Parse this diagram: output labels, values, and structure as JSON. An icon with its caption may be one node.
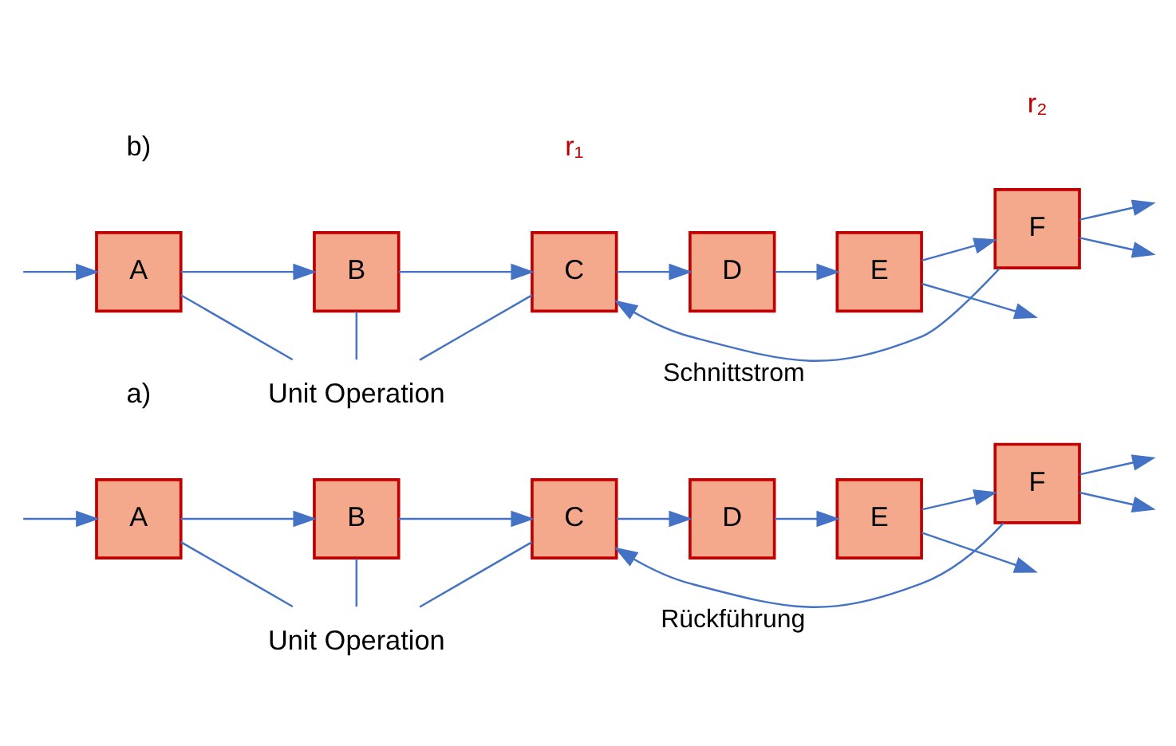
{
  "diagram": {
    "nodes": [
      {
        "text": [
          "A"
        ]
      },
      {
        "text": [
          "B"
        ]
      },
      {
        "text": [
          "C"
        ]
      },
      {
        "text": [
          "D"
        ]
      },
      {
        "text": [
          "E"
        ]
      },
      {
        "text": [
          "F"
        ]
      },
      {
        "text": [
          "Unit Operation"
        ]
      },
      {
        "text": [
          "A"
        ]
      },
      {
        "text": [
          "B"
        ]
      },
      {
        "text": [
          "C"
        ]
      },
      {
        "text": [
          "D"
        ]
      },
      {
        "text": [
          "E"
        ]
      },
      {
        "text": [
          "F"
        ]
      },
      {
        "text": [
          "Unit Operation"
        ]
      }
    ],
    "edges": [
      {
        "from": null,
        "to": 0,
        "arrow": "to"
      },
      {
        "from": 0,
        "to": 1,
        "arrow": "to"
      },
      {
        "from": 1,
        "to": 2,
        "arrow": "to"
      },
      {
        "from": 2,
        "to": 3,
        "arrow": "to"
      },
      {
        "from": 3,
        "to": 4,
        "arrow": "to"
      },
      {
        "from": 4,
        "to": 5,
        "arrow": "to"
      },
      {
        "from": 5,
        "to": 2,
        "arrow": "to",
        "label": "Rückführung"
      },
      {
        "from": 5,
        "to": null,
        "arrow": "to"
      },
      {
        "from": 5,
        "to": null,
        "arrow": "to"
      },
      {
        "from": 4,
        "to": null,
        "arrow": "to"
      },
      {
        "from": 6,
        "to": 0,
        "arrow": "none"
      },
      {
        "from": 6,
        "to": 1,
        "arrow": "none"
      },
      {
        "from": 6,
        "to": 2,
        "arrow": "none"
      },
      {
        "from": null,
        "to": 7,
        "arrow": "to"
      },
      {
        "from": 7,
        "to": 8,
        "arrow": "to"
      },
      {
        "from": 8,
        "to": 9,
        "arrow": "to"
      },
      {
        "from": 9,
        "to": 10,
        "arrow": "to"
      },
      {
        "from": 10,
        "to": 11,
        "arrow": "to"
      },
      {
        "from": 11,
        "to": 12,
        "arrow": "to"
      },
      {
        "from": 12,
        "to": 9,
        "arrow": "to",
        "label": "Schnittstrom"
      },
      {
        "from": 12,
        "to": null,
        "arrow": "to"
      },
      {
        "from": 12,
        "to": null,
        "arrow": "to"
      },
      {
        "from": 11,
        "to": null,
        "arrow": "to"
      },
      {
        "from": 13,
        "to": 7,
        "arrow": "none"
      },
      {
        "from": 13,
        "to": 8,
        "arrow": "none"
      },
      {
        "from": 13,
        "to": 9,
        "arrow": "none"
      }
    ],
    "labels": [
      "a)",
      "r₁",
      "r₂",
      "b)"
    ]
  }
}
